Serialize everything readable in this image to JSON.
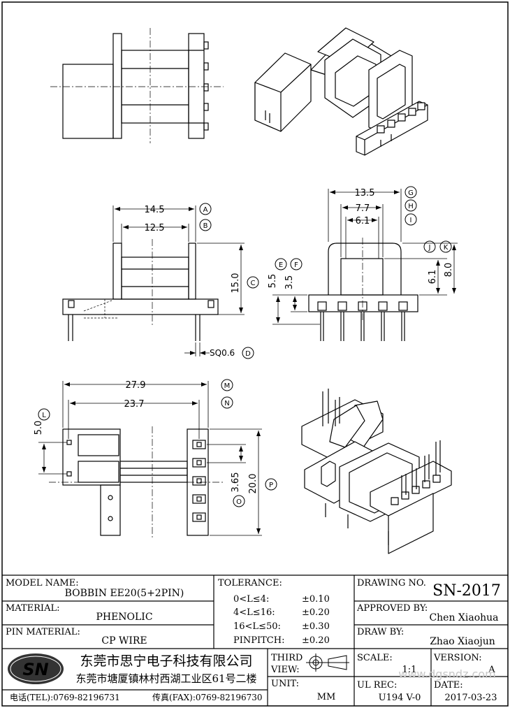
{
  "dimensions": {
    "a": "14.5",
    "b": "12.5",
    "c": "15.0",
    "d": "SQ0.6",
    "e": "5.5",
    "f": "3.5",
    "g": "13.5",
    "h": "7.7",
    "i": "6.1",
    "j_k": "6.1",
    "k": "8.0",
    "m": "27.9",
    "n": "23.7",
    "l": "5.0",
    "o": "3.65",
    "p": "20.0"
  },
  "callouts": [
    "A",
    "B",
    "C",
    "D",
    "E",
    "F",
    "G",
    "H",
    "I",
    "J",
    "K",
    "L",
    "M",
    "N",
    "O",
    "P"
  ],
  "title_block": {
    "model_name_label": "MODEL NAME:",
    "model_name": "BOBBIN EE20(5+2PIN)",
    "material_label": "MATERIAL:",
    "material": "PHENOLIC",
    "pin_material_label": "PIN MATERIAL:",
    "pin_material": "CP WIRE",
    "tolerance_label": "TOLERANCE:",
    "tolerances": [
      {
        "range": "0<L≤4:",
        "value": "±0.10"
      },
      {
        "range": "4<L≤16:",
        "value": "±0.20"
      },
      {
        "range": "16<L≤50:",
        "value": "±0.30"
      },
      {
        "range": "PINPITCH:",
        "value": "±0.20"
      }
    ],
    "drawing_no_label": "DRAWING NO.",
    "drawing_no": "SN-2017",
    "approved_by_label": "APPROVED BY:",
    "approved_by": "Chen  Xiaohua",
    "draw_by_label": "DRAW BY:",
    "draw_by": "Zhao  Xiaojun",
    "logo": "SN",
    "company_name": "东莞市思宁电子科技有限公司",
    "company_address": "东莞市塘厦镇林村西湖工业区61号二楼",
    "tel": "电话(TEL):0769-82196731",
    "fax": "传真(FAX):0769-82196730",
    "third_view_label": "THIRD",
    "third_view_label2": "VIEW:",
    "unit_label": "UNIT:",
    "unit": "MM",
    "scale_label": "SCALE:",
    "scale": "1:1",
    "version_label": "VERSION:",
    "version": "A",
    "ul_rec_label": "UL REC:",
    "ul_rec": "U194 V-0",
    "date_label": "DATE:",
    "date": "2017-03-23",
    "watermark": "www.dgsndz.com"
  }
}
